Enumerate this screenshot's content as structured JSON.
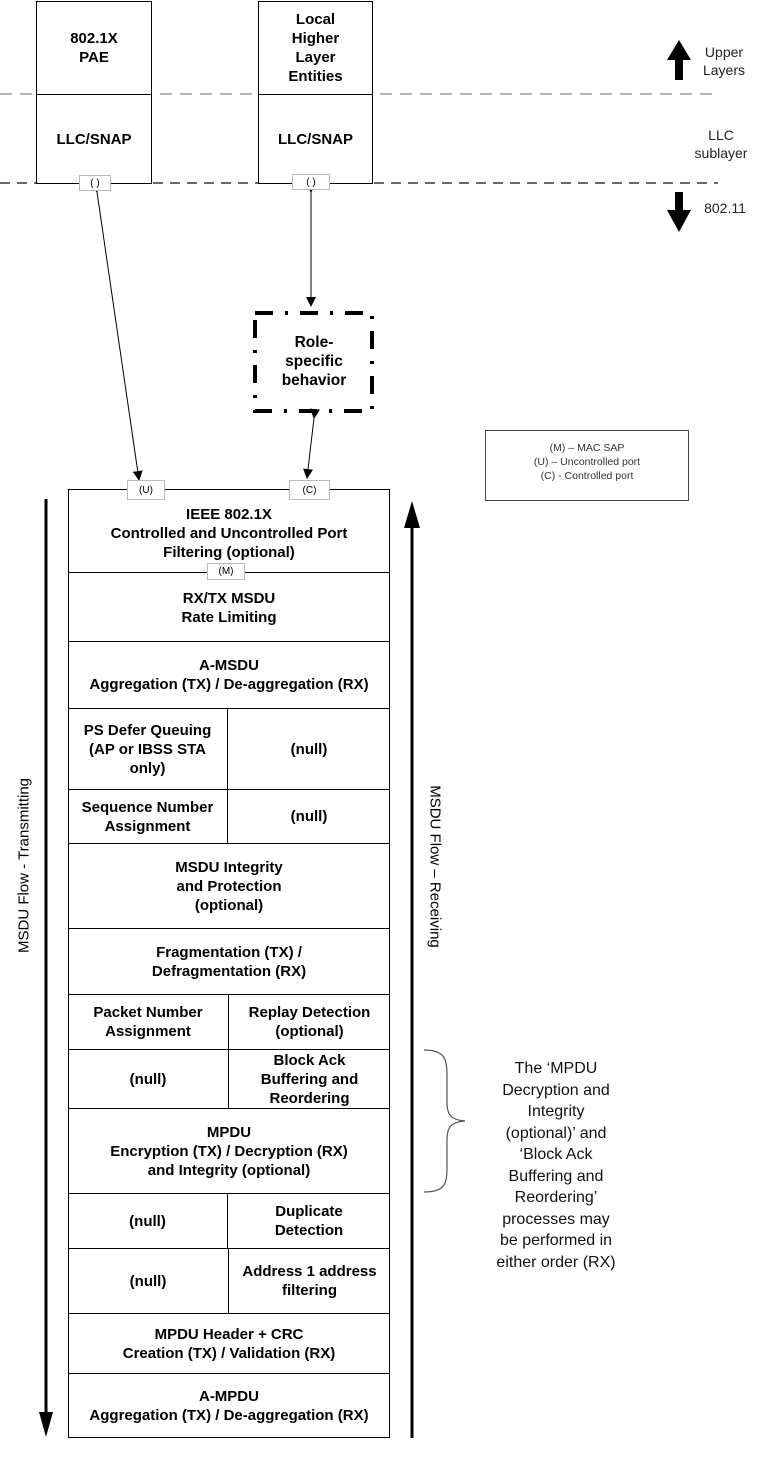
{
  "top_entities": {
    "pae": {
      "title": "802.1X\nPAE",
      "llc": "LLC/SNAP",
      "port": "( )"
    },
    "local": {
      "title": "Local\nHigher\nLayer\nEntities",
      "llc": "LLC/SNAP",
      "port": "( )"
    }
  },
  "layer_labels": {
    "upper": "Upper\nLayers",
    "llc": "LLC\nsublayer",
    "lower": "802.11"
  },
  "role_box": "Role-\nspecific\nbehavior",
  "legend": {
    "lines": [
      "(M) – MAC SAP",
      "(U) – Uncontrolled port",
      "(C) - Controlled port"
    ]
  },
  "ports": {
    "u": "(U)",
    "c": "(C)",
    "m": "(M)"
  },
  "flows": {
    "transmit": "MSDU Flow - Transmitting",
    "receive": "MSDU Flow – Receiving"
  },
  "stack": {
    "ieee": "IEEE 802.1X\nControlled and Uncontrolled Port\nFiltering (optional)",
    "rate": "RX/TX MSDU\nRate Limiting",
    "amsdu": "A-MSDU\nAggregation (TX) / De-aggregation (RX)",
    "ps_left": "PS Defer Queuing\n(AP or IBSS STA\nonly)",
    "ps_right": "(null)",
    "seq_left": "Sequence Number\nAssignment",
    "seq_right": "(null)",
    "integrity": "MSDU Integrity\nand Protection\n(optional)",
    "frag": "Fragmentation (TX) /\nDefragmentation (RX)",
    "pn_left": "Packet Number\nAssignment",
    "pn_right": "Replay Detection\n(optional)",
    "ba_left": "(null)",
    "ba_right": "Block Ack\nBuffering and\nReordering",
    "mpdu_enc": "MPDU\nEncryption (TX) / Decryption (RX)\nand Integrity (optional)",
    "dup_left": "(null)",
    "dup_right": "Duplicate\nDetection",
    "addr_left": "(null)",
    "addr_right": "Address 1 address\nfiltering",
    "header": "MPDU Header + CRC\nCreation (TX) / Validation (RX)",
    "ampdu": "A-MPDU\nAggregation (TX) / De-aggregation (RX)"
  },
  "note": "The ‘MPDU\nDecryption and\nIntegrity\n(optional)’ and\n‘Block Ack\nBuffering and\nReordering’\nprocesses may\nbe performed in\neither order (RX)"
}
